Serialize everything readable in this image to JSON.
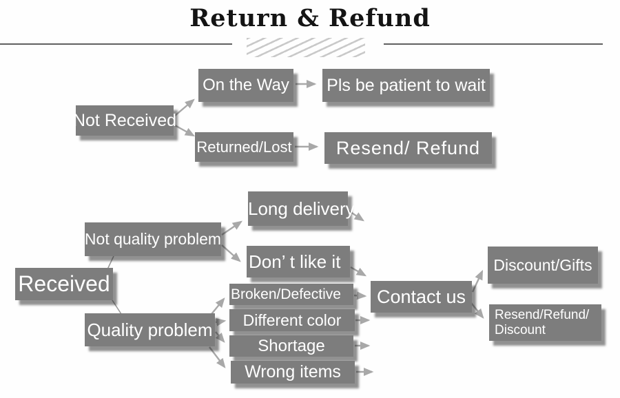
{
  "title": "Return & Refund",
  "colors": {
    "box_background": "#7d7d7d",
    "box_text": "#ffffff",
    "arrow": "#a8a8a8",
    "divider_rule": "#5f5f5f",
    "hatch": "#c9c9c9",
    "title_text": "#141414"
  },
  "nodes": {
    "not_received": "Not Received",
    "on_the_way": "On the Way",
    "pls_be_patient": "Pls be patient to wait",
    "returned_lost": "Returned/Lost",
    "resend_refund": "Resend/ Refund",
    "received": "Received",
    "not_quality_problem": "Not quality problem",
    "long_delivery": "Long delivery",
    "dont_like_it": "Don’ t like it",
    "quality_problem": "Quality problem",
    "broken_defective": "Broken/Defective",
    "different_color": "Different color",
    "shortage": "Shortage",
    "wrong_items": "Wrong items",
    "contact_us": "Contact us",
    "discount_gifts": "Discount/Gifts",
    "resend_refund_discount_line1": "Resend/Refund/",
    "resend_refund_discount_line2": "Discount"
  },
  "edges": [
    {
      "from": "not_received",
      "to": "on_the_way"
    },
    {
      "from": "not_received",
      "to": "returned_lost"
    },
    {
      "from": "on_the_way",
      "to": "pls_be_patient"
    },
    {
      "from": "returned_lost",
      "to": "resend_refund"
    },
    {
      "from": "received",
      "to": "not_quality_problem"
    },
    {
      "from": "received",
      "to": "quality_problem"
    },
    {
      "from": "not_quality_problem",
      "to": "long_delivery"
    },
    {
      "from": "not_quality_problem",
      "to": "dont_like_it"
    },
    {
      "from": "long_delivery",
      "to": "contact_us"
    },
    {
      "from": "dont_like_it",
      "to": "contact_us"
    },
    {
      "from": "quality_problem",
      "to": "broken_defective"
    },
    {
      "from": "quality_problem",
      "to": "different_color"
    },
    {
      "from": "quality_problem",
      "to": "shortage"
    },
    {
      "from": "quality_problem",
      "to": "wrong_items"
    },
    {
      "from": "broken_defective",
      "to": "contact_us"
    },
    {
      "from": "different_color",
      "to": "contact_us"
    },
    {
      "from": "shortage",
      "to": "contact_us"
    },
    {
      "from": "wrong_items",
      "to": "contact_us"
    },
    {
      "from": "contact_us",
      "to": "discount_gifts"
    },
    {
      "from": "contact_us",
      "to": "resend_refund_discount"
    }
  ]
}
